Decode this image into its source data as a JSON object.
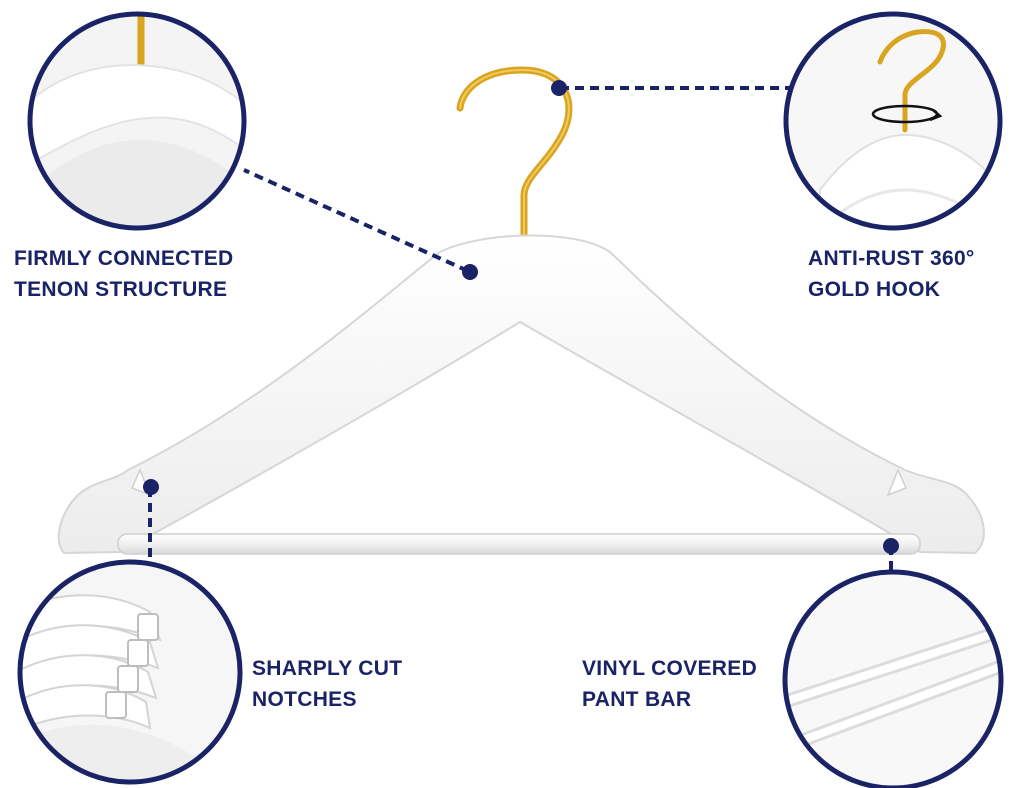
{
  "colors": {
    "navy": "#1a2366",
    "gold": "#d9a520",
    "hanger_white": "#f7f7f7",
    "hanger_shade": "#e2e2e2"
  },
  "callouts": {
    "tenon": {
      "line1": "FIRMLY CONNECTED",
      "line2": "TENON STRUCTURE",
      "icon": "hanger-shoulder-closeup"
    },
    "hook": {
      "line1": "ANTI-RUST 360°",
      "line2": "GOLD HOOK",
      "icon": "rotating-gold-hook-closeup"
    },
    "notch": {
      "line1": "SHARPLY CUT",
      "line2": "NOTCHES",
      "icon": "stacked-notches-closeup"
    },
    "bar": {
      "line1": "VINYL COVERED",
      "line2": "PANT BAR",
      "icon": "pant-bar-closeup"
    }
  }
}
